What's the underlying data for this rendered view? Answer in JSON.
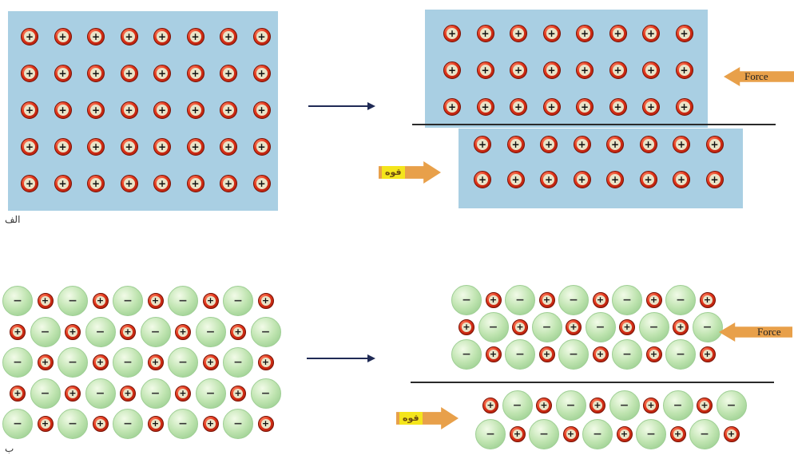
{
  "labels": {
    "panel_a": "الف",
    "panel_b": "ب"
  },
  "force": {
    "english": "Force",
    "farsi": "قوه"
  },
  "symbols": {
    "cation": "+",
    "anion": "−"
  },
  "colors": {
    "panel_background": "#a9cfe3",
    "cation": "#e0341a",
    "anion": "#bfe4b0",
    "force_arrow": "#e8a04a",
    "force_tag": "#f4e51c"
  },
  "lattice_a": {
    "rows": 5,
    "columns": 8,
    "ion": "cation"
  },
  "lattice_b": {
    "rows": 5,
    "columns": 10,
    "pattern": "alternating cation/anion"
  }
}
